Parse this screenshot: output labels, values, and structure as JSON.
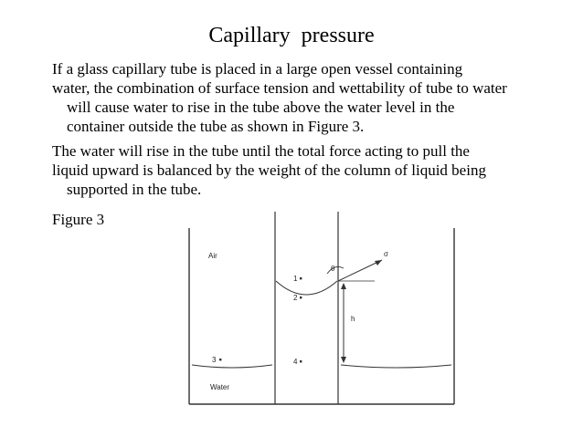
{
  "slide": {
    "title": "Capillary  pressure",
    "paragraphs": [
      {
        "lines": [
          "If a glass capillary tube is placed in a large open vessel containing",
          "water, the combination of surface tension and wettability of tube to water",
          "will cause water to rise in the tube above the water level in the",
          "container outside the tube as shown in Figure 3."
        ]
      },
      {
        "lines": [
          "The water will rise in the tube until the total force acting to pull the",
          "liquid upward is balanced by the weight of the column of liquid being",
          "supported in the tube."
        ]
      },
      {
        "lines": [
          "Figure 3"
        ]
      }
    ]
  },
  "figure": {
    "labels": {
      "air": "Air",
      "water": "Water",
      "point1": "1",
      "point2": "2",
      "point3": "3",
      "point4": "4",
      "height": "h",
      "angle": "θ",
      "tension": "σ"
    }
  }
}
